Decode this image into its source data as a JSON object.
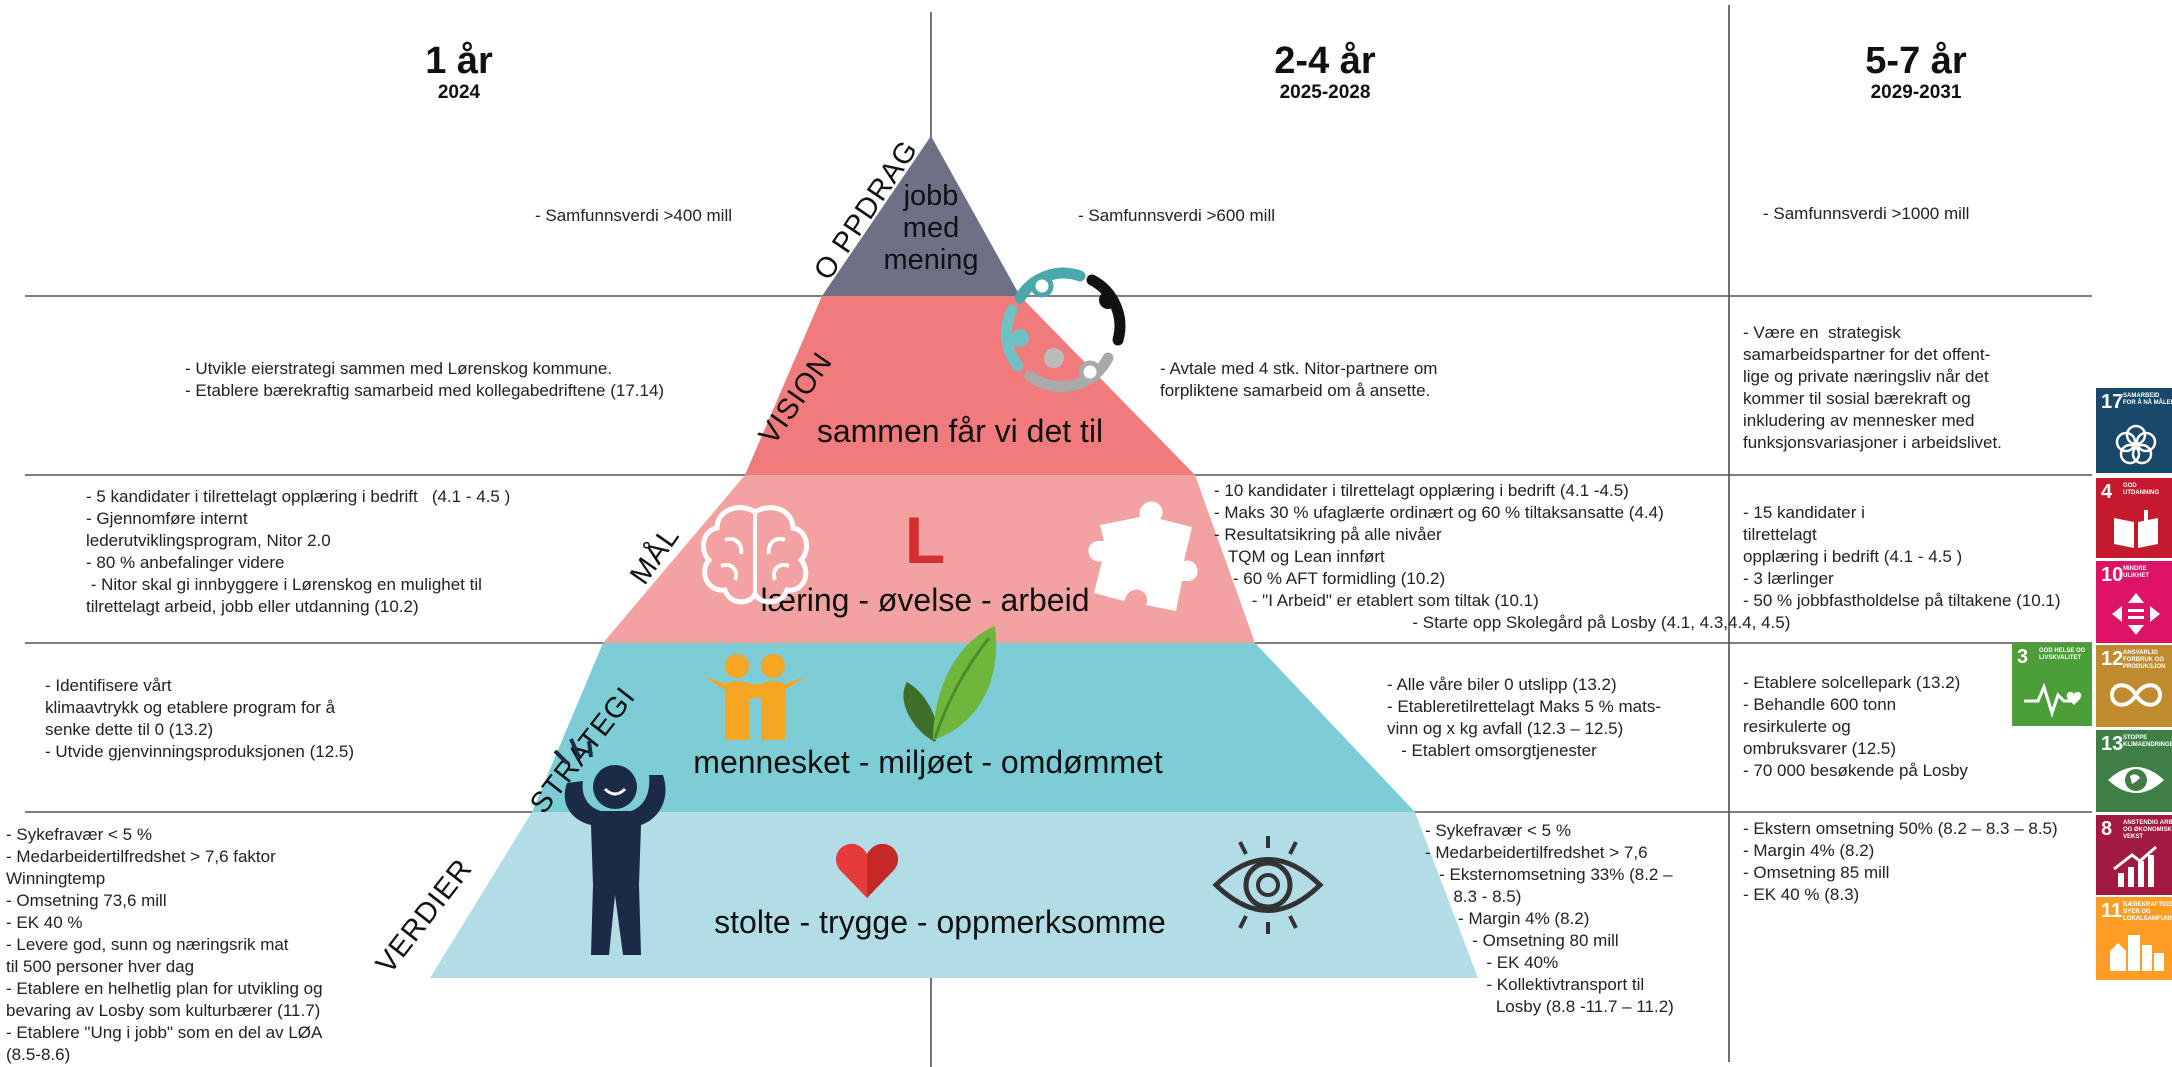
{
  "headers": [
    {
      "title": "1 år",
      "sub": "2024"
    },
    {
      "title": "2-4 år",
      "sub": "2025-2028"
    },
    {
      "title": "5-7 år",
      "sub": "2029-2031"
    }
  ],
  "levels": {
    "oppdrag": "O PPDRAG",
    "vision": "VISION",
    "mal": "MÅL",
    "strategi": "STRATEGI",
    "verdier": "VERDIER"
  },
  "pyramid": {
    "oppdrag_text": [
      "jobb",
      "med",
      "mening"
    ],
    "vision_text": "sammen får vi det til",
    "mal_letter": "L",
    "mal_text": "læring - øvelse - arbeid",
    "strategi_text": "mennesket - miljøet - omdømmet",
    "verdier_text": "stolte - trygge - oppmerksomme",
    "colors": {
      "oppdrag": "#6e7085",
      "vision": "#f07b7c",
      "mal": "#f3a2a2",
      "strategi": "#7dcdd6",
      "verdier": "#b2dde6",
      "accent_red": "#d32f2f",
      "navy": "#1b2a47",
      "orange": "#f6a623",
      "green": "#6fb63d"
    }
  },
  "col1": {
    "oppdrag": "- Samfunnsverdi >400 mill",
    "vision": "- Utvikle eierstrategi sammen med Lørenskog kommune.\n- Etablere bærekraftig samarbeid med kollegabedriftene (17.14)",
    "mal": "- 5 kandidater i tilrettelagt opplæring i bedrift   (4.1 - 4.5 )\n- Gjennomføre internt\nlederutviklingsprogram, Nitor 2.0\n- 80 % anbefalinger videre\n - Nitor skal gi innbyggere i Lørenskog en mulighet til\ntilrettelagt arbeid, jobb eller utdanning (10.2)",
    "strategi": "- Identifisere vårt\nklimaavtrykk og etablere program for å\nsenke dette til 0 (13.2)\n- Utvide gjenvinningsproduksjonen (12.5)",
    "verdier": "- Sykefravær < 5 %\n- Medarbeidertilfredshet > 7,6 faktor\nWinningtemp\n- Omsetning 73,6 mill\n- EK 40 %\n- Levere god, sunn og næringsrik mat\ntil 500 personer hver dag\n- Etablere en helhetlig plan for utvikling og\nbevaring av Losby som kulturbærer (11.7)\n- Etablere \"Ung i jobb\" som en del av LØA\n(8.5-8.6)"
  },
  "col2": {
    "oppdrag": "- Samfunnsverdi >600 mill",
    "vision": "- Avtale med 4 stk. Nitor-partnere om\nforpliktene samarbeid om å ansette.",
    "mal": "- 10 kandidater i tilrettelagt opplæring i bedrift (4.1 -4.5)\n- Maks 30 % ufaglærte ordinært og 60 % tiltaksansatte (4.4)\n- Resultatsikring på alle nivåer\n   TQM og Lean innført\n    - 60 % AFT formidling (10.2)\n        - \"I Arbeid\" er etablert som tiltak (10.1)\n                                          - Starte opp Skolegård på Losby (4.1, 4.3,4.4, 4.5)",
    "strategi": "- Alle våre biler 0 utslipp (13.2)\n- Etableretilrettelagt Maks 5 % mats-\nvinn og x kg avfall (12.3 – 12.5)\n   - Etablert omsorgtjenester",
    "verdier": "- Sykefravær < 5 %\n- Medarbeidertilfredshet > 7,6\n   - Eksternomsetning 33% (8.2 –\n      8.3 - 8.5)\n       - Margin 4% (8.2)\n          - Omsetning 80 mill\n             - EK 40%\n             - Kollektivtransport til\n               Losby (8.8 -11.7 – 11.2)"
  },
  "col3": {
    "oppdrag": "- Samfunnsverdi >1000 mill",
    "vision": "- Være en  strategisk\nsamarbeidspartner for det offent-\nlige og private næringsliv når det\nkommer til sosial bærekraft og\ninkludering av mennesker med\nfunksjonsvariasjoner i arbeidslivet.",
    "mal": "- 15 kandidater i\ntilrettelagt\nopplæring i bedrift (4.1 - 4.5 )\n- 3 lærlinger\n- 50 % jobbfastholdelse på tiltakene (10.1)",
    "strategi": "- Etablere solcellepark (13.2)\n- Behandle 600 tonn\nresirkulerte og\nombruksvarer (12.5)\n- 70 000 besøkende på Losby",
    "verdier": "- Ekstern omsetning 50% (8.2 – 8.3 – 8.5)\n- Margin 4% (8.2)\n- Omsetning 85 mill\n- EK 40 % (8.3)"
  },
  "sdg": [
    {
      "num": "17",
      "label": "SAMARBEID\nFOR Å NÅ MÅLENE",
      "color": "#19486a",
      "icon": "flower-icon"
    },
    {
      "num": "4",
      "label": "GOD\nUTDANNING",
      "color": "#c5192d",
      "icon": "book-icon"
    },
    {
      "num": "10",
      "label": "MINDRE\nULIKHET",
      "color": "#dd1367",
      "icon": "equality-icon"
    },
    {
      "num": "3",
      "label": "GOD HELSE OG\nLIVSKVALITET",
      "color": "#4c9f38",
      "icon": "heartbeat-icon"
    },
    {
      "num": "12",
      "label": "ANSVARLIG\nFORBRUK OG\nPRODUKSJON",
      "color": "#bf8b2e",
      "icon": "infinity-icon"
    },
    {
      "num": "13",
      "label": "STOPPE\nKLIMAENDRINGENE",
      "color": "#3f7e44",
      "icon": "eye-earth-icon"
    },
    {
      "num": "8",
      "label": "ANSTENDIG ARBEID\nOG ØKONOMISK\nVEKST",
      "color": "#a21942",
      "icon": "growth-chart-icon"
    },
    {
      "num": "11",
      "label": "BÆREKRAFTIGE\nBYER OG\nLOKALSAMFUNN",
      "color": "#fd9d24",
      "icon": "city-icon"
    }
  ]
}
